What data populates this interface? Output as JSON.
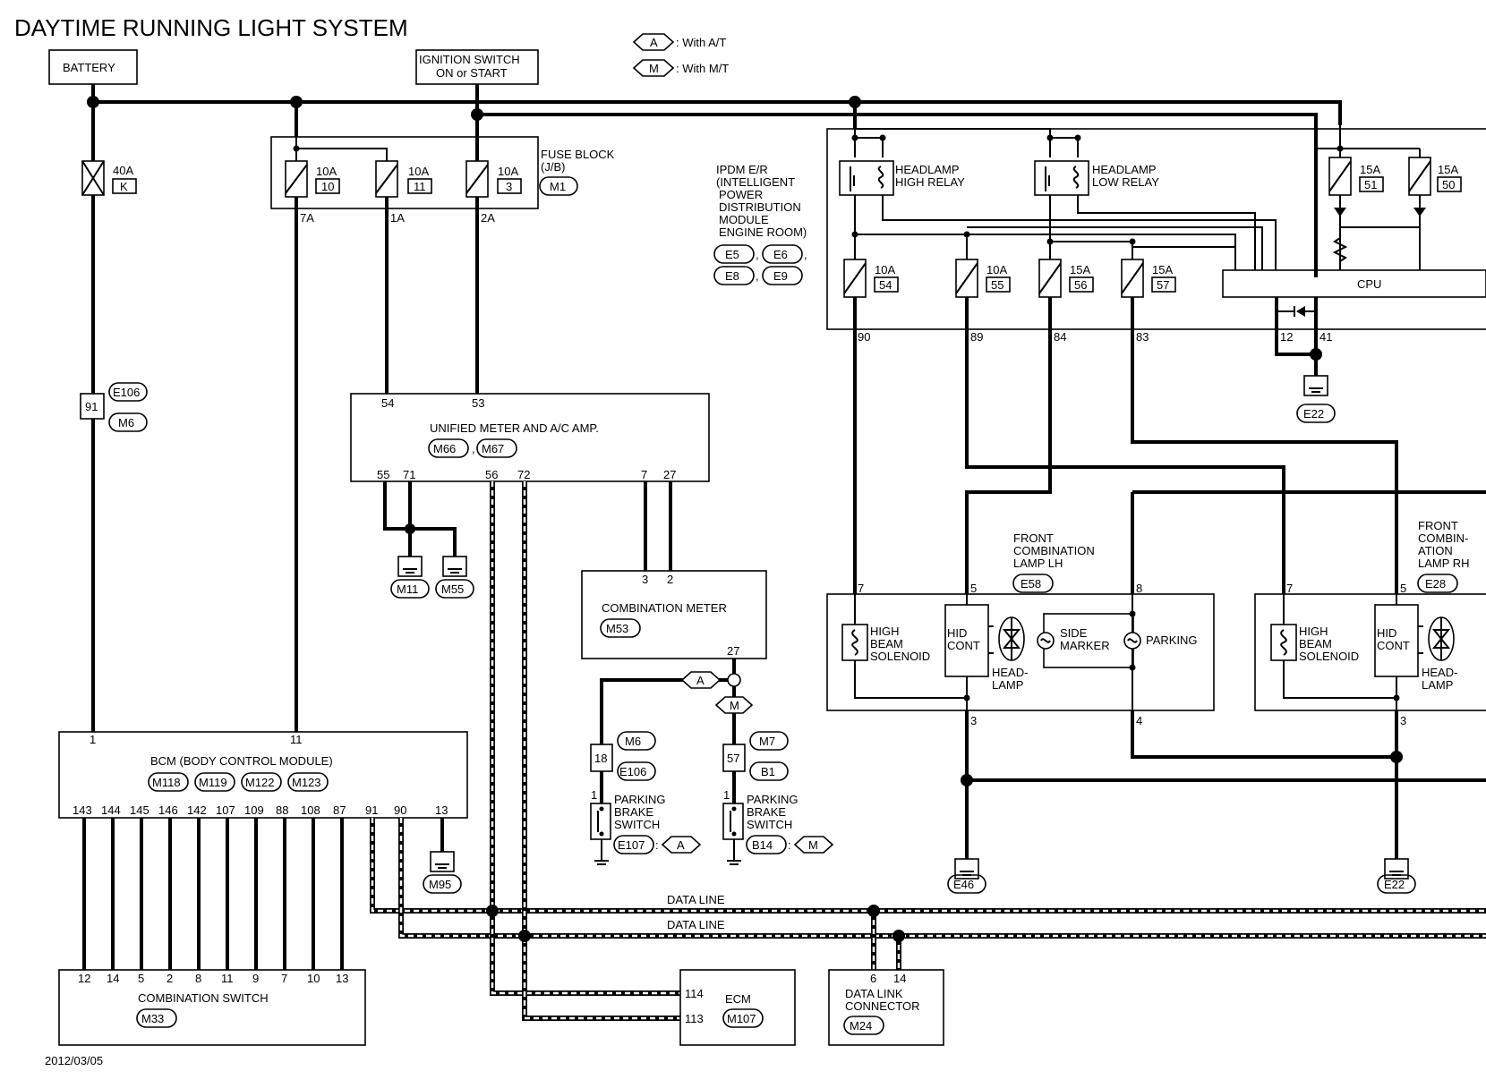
{
  "title": "DAYTIME RUNNING LIGHT SYSTEM",
  "date": "2012/03/05",
  "legend": {
    "a_code": "A",
    "a_text": ": With A/T",
    "m_code": "M",
    "m_text": ": With M/T"
  },
  "battery": "BATTERY",
  "ignition": {
    "line1": "IGNITION SWITCH",
    "line2": "ON or START"
  },
  "fuse40": {
    "rating": "40A",
    "id": "K"
  },
  "fuse_block": {
    "line1": "FUSE BLOCK",
    "line2": "(J/B)",
    "conn": "M1",
    "fuses": [
      {
        "rating": "10A",
        "num": "10",
        "pin": "7A"
      },
      {
        "rating": "10A",
        "num": "11",
        "pin": "1A"
      },
      {
        "rating": "10A",
        "num": "3",
        "pin": "2A"
      }
    ]
  },
  "joint": {
    "pin": "91",
    "conn1": "E106",
    "conn2": "M6"
  },
  "unified_meter": {
    "name": "UNIFIED METER AND A/C AMP.",
    "conn1": "M66",
    "conn2": "M67",
    "pins_top": [
      "54",
      "53"
    ],
    "pins_bottom": [
      "55",
      "71",
      "56",
      "72",
      "7",
      "27"
    ]
  },
  "grounds": {
    "g1": "M11",
    "g2": "M55",
    "g3": "M95",
    "g4": "E22",
    "g5": "E46",
    "g6": "E22"
  },
  "combination_meter": {
    "name": "COMBINATION METER",
    "conn": "M53",
    "pins": [
      "3",
      "2",
      "27"
    ]
  },
  "pb_switch_a": {
    "pin": "18",
    "conn1": "M6",
    "conn2": "E106",
    "line1": "PARKING",
    "line2": "BRAKE",
    "line3": "SWITCH",
    "conn": "E107",
    "code": "A",
    "switch_pin": "1"
  },
  "pb_switch_m": {
    "pin": "57",
    "conn1": "M7",
    "conn2": "B1",
    "line1": "PARKING",
    "line2": "BRAKE",
    "line3": "SWITCH",
    "conn": "B14",
    "code": "M",
    "switch_pin": "1"
  },
  "bcm": {
    "name": "BCM (BODY CONTROL MODULE)",
    "conns": [
      "M118",
      "M119",
      "M122",
      "M123"
    ],
    "pins_top": [
      "1",
      "11"
    ],
    "pins_bottom": [
      "143",
      "144",
      "145",
      "146",
      "142",
      "107",
      "109",
      "88",
      "108",
      "87",
      "91",
      "90",
      "13"
    ]
  },
  "comb_switch": {
    "name": "COMBINATION SWITCH",
    "conn": "M33",
    "pins": [
      "12",
      "14",
      "5",
      "2",
      "8",
      "11",
      "9",
      "7",
      "10",
      "13"
    ]
  },
  "data_line_1": "DATA LINE",
  "data_line_2": "DATA LINE",
  "ecm": {
    "name": "ECM",
    "conn": "M107",
    "pins": [
      "114",
      "113"
    ]
  },
  "dlc": {
    "line1": "DATA LINK",
    "line2": "CONNECTOR",
    "conn": "M24",
    "pins": [
      "6",
      "14"
    ]
  },
  "ipdm": {
    "l1": "IPDM E/R",
    "l2": "(INTELLIGENT",
    "l3": "POWER",
    "l4": "DISTRIBUTION",
    "l5": "MODULE",
    "l6": "ENGINE ROOM)",
    "conns": [
      "E5",
      "E6",
      "E8",
      "E9"
    ],
    "relay_high": [
      "HEADLAMP",
      "HIGH RELAY"
    ],
    "relay_low": [
      "HEADLAMP",
      "LOW RELAY"
    ],
    "fuses": [
      {
        "rating": "15A",
        "num": "51"
      },
      {
        "rating": "15A",
        "num": "50"
      },
      {
        "rating": "10A",
        "num": "54"
      },
      {
        "rating": "10A",
        "num": "55"
      },
      {
        "rating": "15A",
        "num": "56"
      },
      {
        "rating": "15A",
        "num": "57"
      }
    ],
    "cpu": "CPU",
    "pins": [
      "90",
      "89",
      "84",
      "83",
      "12",
      "41"
    ]
  },
  "lamp_lh": {
    "l1": "FRONT",
    "l2": "COMBINATION",
    "l3": "LAMP LH",
    "conn": "E58",
    "hb": [
      "HIGH",
      "BEAM",
      "SOLENOID"
    ],
    "hid": [
      "HID",
      "CONT"
    ],
    "head": [
      "HEAD-",
      "LAMP"
    ],
    "side": [
      "SIDE",
      "MARKER"
    ],
    "parking": "PARKING",
    "pins": [
      "7",
      "5",
      "8",
      "3",
      "4"
    ]
  },
  "lamp_rh": {
    "l1": "FRONT",
    "l2": "COMBIN-",
    "l3": "ATION",
    "l4": "LAMP RH",
    "conn": "E28",
    "hb": [
      "HIGH",
      "BEAM",
      "SOLENOID"
    ],
    "hid": [
      "HID",
      "CONT"
    ],
    "head": [
      "HEAD-",
      "LAMP"
    ],
    "pins": [
      "7",
      "5",
      "3"
    ]
  }
}
